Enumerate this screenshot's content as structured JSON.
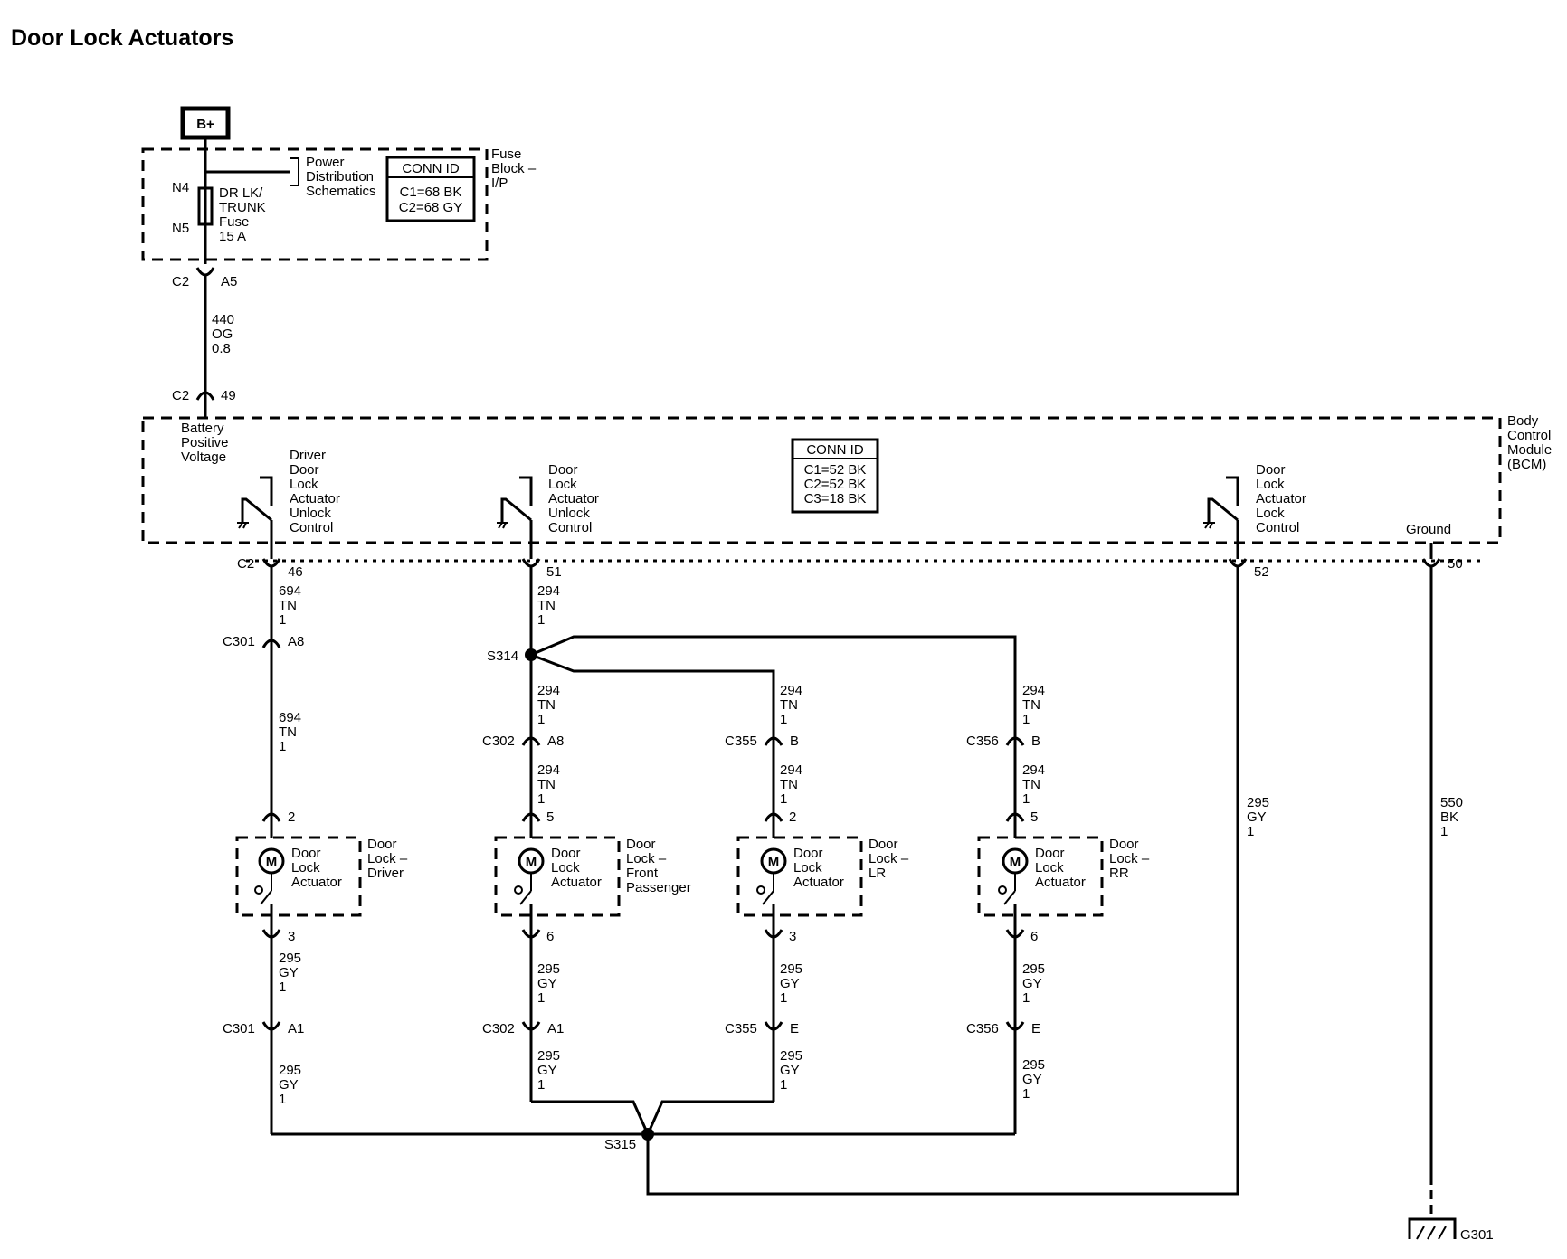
{
  "title": "Door Lock Actuators",
  "power": {
    "label": "B+"
  },
  "fuse_block": {
    "name_lines": [
      "Fuse",
      "Block –",
      "I/P"
    ],
    "pin_n4": "N4",
    "pin_n5": "N5",
    "fuse_lines": [
      "DR LK/",
      "TRUNK",
      "Fuse",
      "15 A"
    ],
    "ref_lines": [
      "Power",
      "Distribution",
      "Schematics"
    ],
    "conn_id": {
      "header": "CONN ID",
      "rows": [
        "C1=68 BK",
        "C2=68 GY"
      ]
    },
    "out_conn": "C2",
    "out_pin": "A5"
  },
  "feed_wire": [
    "440",
    "OG",
    "0.8"
  ],
  "bcm": {
    "name_lines": [
      "Body",
      "Control",
      "Module",
      "(BCM)"
    ],
    "in_conn": "C2",
    "in_pin": "49",
    "battery_label": [
      "Battery",
      "Positive",
      "Voltage"
    ],
    "conn_id": {
      "header": "CONN ID",
      "rows": [
        "C1=52 BK",
        "C2=52 BK",
        "C3=18 BK"
      ]
    },
    "driver_unlock": [
      "Driver",
      "Door",
      "Lock",
      "Actuator",
      "Unlock",
      "Control"
    ],
    "unlock": [
      "Door",
      "Lock",
      "Actuator",
      "Unlock",
      "Control"
    ],
    "lock": [
      "Door",
      "Lock",
      "Actuator",
      "Lock",
      "Control"
    ],
    "ground_label": "Ground",
    "bottom_conn": "C2",
    "pins": [
      "46",
      "51",
      "52",
      "50"
    ]
  },
  "splices": {
    "s314": "S314",
    "s315": "S315"
  },
  "wires": {
    "w694": [
      "694",
      "TN",
      "1"
    ],
    "w294": [
      "294",
      "TN",
      "1"
    ],
    "w295": [
      "295",
      "GY",
      "1"
    ],
    "w550": [
      "550",
      "BK",
      "1"
    ]
  },
  "actuators": [
    {
      "name": [
        "Door",
        "Lock –",
        "Driver"
      ],
      "top_conn": "C301",
      "top_pin": "A8",
      "act_top": "2",
      "act_bottom": "3",
      "bot_conn": "C301",
      "bot_pin": "A1"
    },
    {
      "name": [
        "Door",
        "Lock –",
        "Front",
        "Passenger"
      ],
      "top_conn": "C302",
      "top_pin": "A8",
      "act_top": "5",
      "act_bottom": "6",
      "bot_conn": "C302",
      "bot_pin": "A1"
    },
    {
      "name": [
        "Door",
        "Lock –",
        "LR"
      ],
      "top_conn": "C355",
      "top_pin": "B",
      "act_top": "2",
      "act_bottom": "3",
      "bot_conn": "C355",
      "bot_pin": "E"
    },
    {
      "name": [
        "Door",
        "Lock –",
        "RR"
      ],
      "top_conn": "C356",
      "top_pin": "B",
      "act_top": "5",
      "act_bottom": "6",
      "bot_conn": "C356",
      "bot_pin": "E"
    }
  ],
  "actuator_label": [
    "Door",
    "Lock",
    "Actuator"
  ],
  "motor_letter": "M",
  "ground_point": "G301"
}
